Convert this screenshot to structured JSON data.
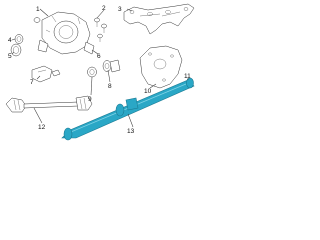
{
  "callouts": {
    "c1": "1",
    "c2": "2",
    "c3": "3",
    "c4": "4",
    "c5": "5",
    "c6": "6",
    "c7": "7",
    "c8": "8",
    "c9": "9",
    "c10": "10",
    "c11": "11",
    "c12": "12",
    "c13": "13"
  },
  "colors": {
    "highlight": "#2aa7c6",
    "highlight_dark": "#1a7a93",
    "line": "#333333"
  }
}
